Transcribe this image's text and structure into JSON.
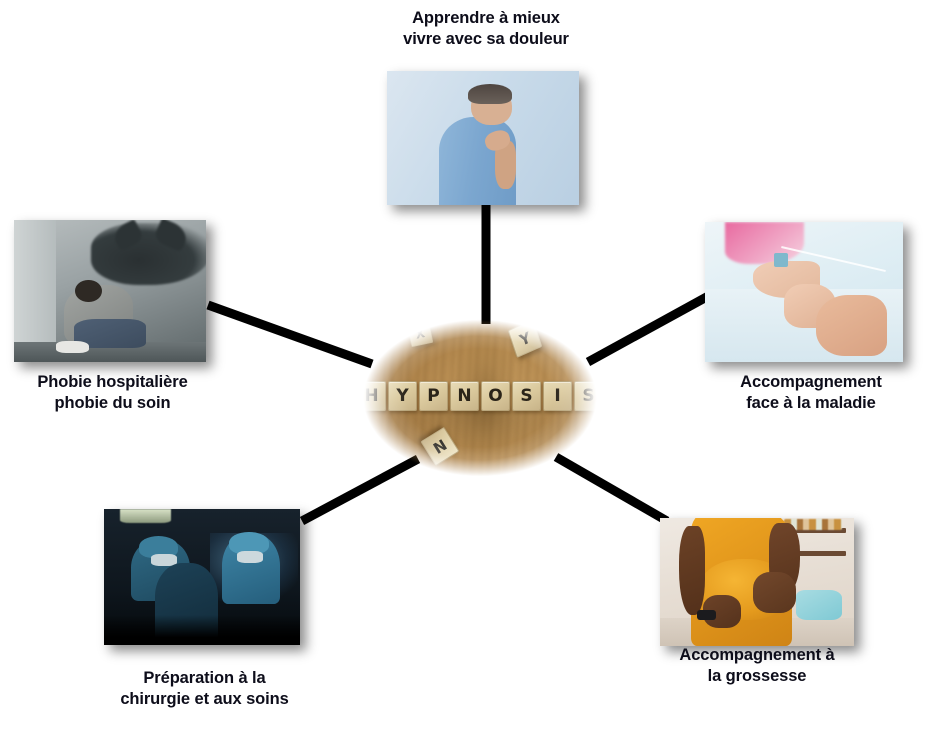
{
  "diagram": {
    "title": "HYPNOSIS",
    "center": {
      "word": "HYPNOSIS",
      "letters": [
        "H",
        "Y",
        "P",
        "N",
        "O",
        "S",
        "I",
        "S"
      ],
      "loose_tiles": [
        "Y",
        "N",
        "X"
      ],
      "image_alt": "wooden scrabble tiles spelling HYPNOSIS on a wood table"
    },
    "line_color": "#000000",
    "label_color": "#0d0d1a",
    "background": "#ffffff",
    "nodes": [
      {
        "id": "douleur",
        "label_line1": "Apprendre à mieux",
        "label_line2": "vivre avec sa douleur",
        "image_alt": "homme tenant son épaule douloureuse"
      },
      {
        "id": "phobie",
        "label_line1": "Phobie hospitalière",
        "label_line2": "phobie du soin",
        "image_alt": "personne assise dans un coin avec une ombre de monstre"
      },
      {
        "id": "maladie",
        "label_line1": "Accompagnement",
        "label_line2": "face à la maladie",
        "image_alt": "main tenant la main d'un patient hospitalisé sous perfusion"
      },
      {
        "id": "chirurgie",
        "label_line1": "Préparation à la",
        "label_line2": "chirurgie et aux soins",
        "image_alt": "chirurgiens au bloc opératoire"
      },
      {
        "id": "grossesse",
        "label_line1": "Accompagnement à",
        "label_line2": "la grossesse",
        "image_alt": "femme enceinte en robe orange tenant son ventre"
      }
    ]
  }
}
